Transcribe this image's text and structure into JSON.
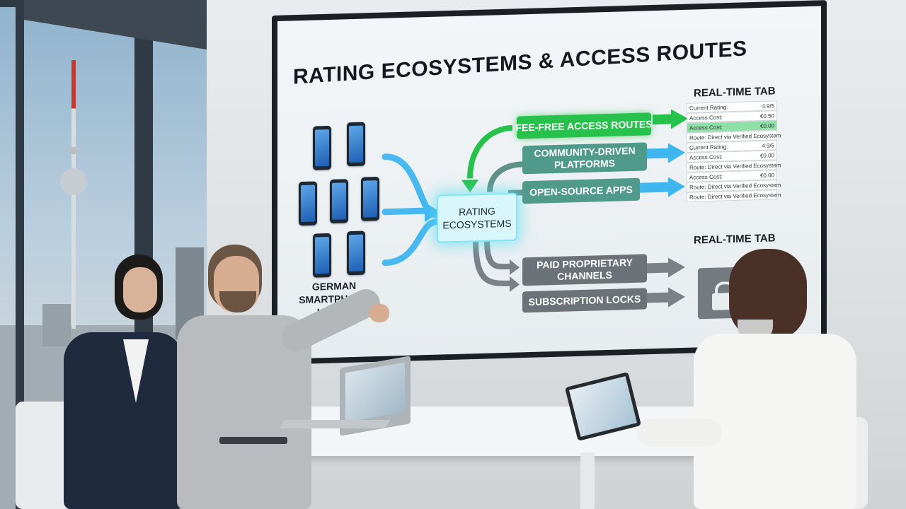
{
  "screen": {
    "title": "RATING ECOSYSTEMS & ACCESS ROUTES",
    "users_label": [
      "GERMAN",
      "SMARTPHONE",
      "USERS"
    ],
    "hub": [
      "RATING",
      "ECOSYSTEMS"
    ],
    "routes": {
      "fee_free": "FEE-FREE ACCESS ROUTES",
      "community": [
        "COMMUNITY-DRIVEN",
        "PLATFORMS"
      ],
      "open_source": "OPEN-SOURCE APPS",
      "paid": [
        "PAID PROPRIETARY",
        "CHANNELS"
      ],
      "subscription": "SUBSCRIPTION LOCKS"
    },
    "realtime_tab_heading": "REAL-TIME TAB",
    "realtime_tab_heading_2": "REAL-TIME TAB",
    "tab_rows": [
      {
        "label": "Current Rating:",
        "value": "4.9/5",
        "highlight": false
      },
      {
        "label": "Access Cost:",
        "value": "€0.50",
        "highlight": false
      },
      {
        "label": "Access Cost:",
        "value": "€0.00",
        "highlight": true
      },
      {
        "label": "Route: Direct via Verified Ecosystem",
        "value": "",
        "highlight": false
      },
      {
        "label": "Current Rating:",
        "value": "4.9/5",
        "highlight": false
      },
      {
        "label": "Access Cost:",
        "value": "€0.00",
        "highlight": false
      },
      {
        "label": "Route: Direct via Verified Ecosystem",
        "value": "",
        "highlight": false
      },
      {
        "label": "Access Cost:",
        "value": "€0.00",
        "highlight": false
      },
      {
        "label": "Route: Direct via Verified Ecosystem",
        "value": "",
        "highlight": false
      },
      {
        "label": "Route: Direct via Verified Ecosystem",
        "value": "",
        "highlight": false
      }
    ],
    "colors": {
      "green": "#26c24b",
      "cyan": "#3fb6f0",
      "teal": "#4f9a8b",
      "gray": "#6b7378"
    }
  }
}
